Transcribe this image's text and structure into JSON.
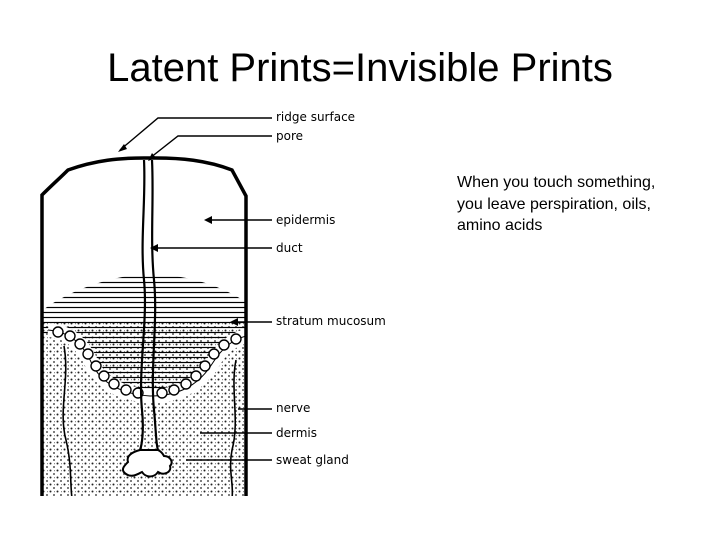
{
  "slide": {
    "title": "Latent Prints=Invisible Prints",
    "body_text": "When you touch something, you leave perspiration, oils, amino acids"
  },
  "diagram": {
    "labels": {
      "ridge_surface": "ridge surface",
      "pore": "pore",
      "epidermis": "epidermis",
      "duct": "duct",
      "stratum_mucosum": "stratum mucosum",
      "nerve": "nerve",
      "dermis": "dermis",
      "sweat_gland": "sweat gland"
    }
  }
}
